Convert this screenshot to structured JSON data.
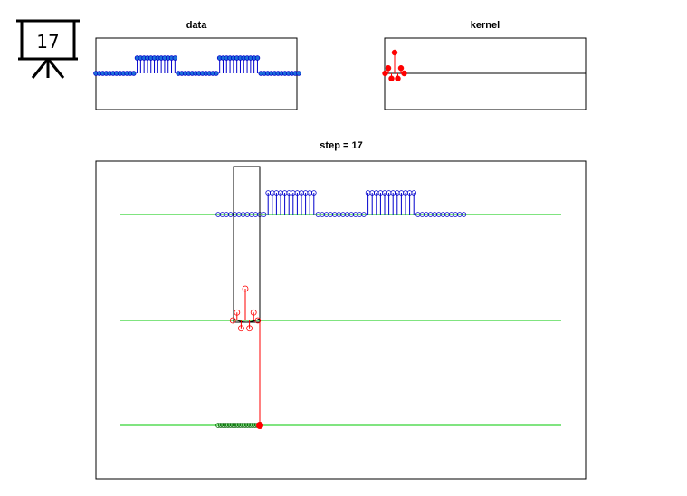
{
  "badge": {
    "number": "17",
    "icon": "presentation-board-icon"
  },
  "colors": {
    "data": "#0000cc",
    "data_fill": "#1c6fd8",
    "kernel": "#ff0000",
    "baseline": "#00c800",
    "output": "#006400",
    "frame": "#000000"
  },
  "chart_data": [
    {
      "id": "data",
      "type": "stem",
      "title": "data",
      "xlim": [
        0,
        48
      ],
      "ylim": [
        -1,
        1
      ],
      "baseline": 0,
      "grid": false,
      "series": [
        {
          "y": [
            0,
            0,
            0,
            0,
            0,
            0,
            0,
            0,
            0,
            0,
            0,
            0,
            1,
            1,
            1,
            1,
            1,
            1,
            1,
            1,
            1,
            1,
            1,
            1,
            0,
            0,
            0,
            0,
            0,
            0,
            0,
            0,
            0,
            0,
            0,
            0,
            1,
            1,
            1,
            1,
            1,
            1,
            1,
            1,
            1,
            1,
            1,
            1,
            0,
            0,
            0,
            0,
            0,
            0,
            0,
            0,
            0,
            0,
            0,
            0
          ]
        }
      ]
    },
    {
      "id": "kernel",
      "type": "stem",
      "title": "kernel",
      "xlim": [
        0,
        48
      ],
      "ylim": [
        -1.5,
        1.5
      ],
      "baseline": 0,
      "grid": false,
      "series": [
        {
          "x": [
            -3,
            -2,
            -1,
            0,
            1,
            2,
            3
          ],
          "y": [
            0,
            0.25,
            -0.25,
            1,
            -0.25,
            0.25,
            0
          ]
        }
      ]
    },
    {
      "id": "step",
      "type": "stem",
      "title": "step = 17",
      "step": 17,
      "grid": false,
      "data_series": [
        0,
        0,
        0,
        0,
        0,
        0,
        0,
        0,
        0,
        0,
        0,
        0,
        1,
        1,
        1,
        1,
        1,
        1,
        1,
        1,
        1,
        1,
        1,
        1,
        0,
        0,
        0,
        0,
        0,
        0,
        0,
        0,
        0,
        0,
        0,
        0,
        1,
        1,
        1,
        1,
        1,
        1,
        1,
        1,
        1,
        1,
        1,
        1,
        0,
        0,
        0,
        0,
        0,
        0,
        0,
        0,
        0,
        0,
        0,
        0
      ],
      "kernel_series": [
        0,
        0.25,
        -0.25,
        1,
        -0.25,
        0.25,
        0
      ],
      "output_series": [
        0,
        0,
        0,
        0,
        0,
        0,
        0,
        0,
        0,
        0,
        0,
        0,
        0,
        0,
        0,
        0,
        0,
        0.05
      ]
    }
  ]
}
